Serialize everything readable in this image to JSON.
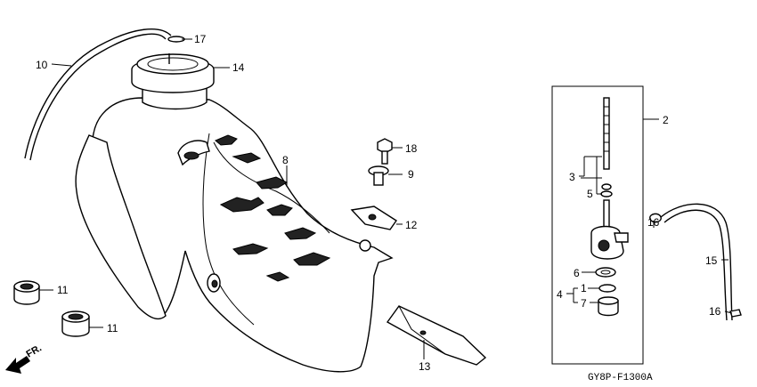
{
  "diagram": {
    "code": "GY8P-F1300A",
    "direction": "FR.",
    "callouts": {
      "c1": "1",
      "c2": "2",
      "c3": "3",
      "c4": "4",
      "c5": "5",
      "c6": "6",
      "c7": "7",
      "c8": "8",
      "c9": "9",
      "c10": "10",
      "c11a": "11",
      "c11b": "11",
      "c12": "12",
      "c13": "13",
      "c14": "14",
      "c15": "15",
      "c16a": "16",
      "c16b": "16",
      "c17": "17",
      "c18": "18"
    }
  }
}
